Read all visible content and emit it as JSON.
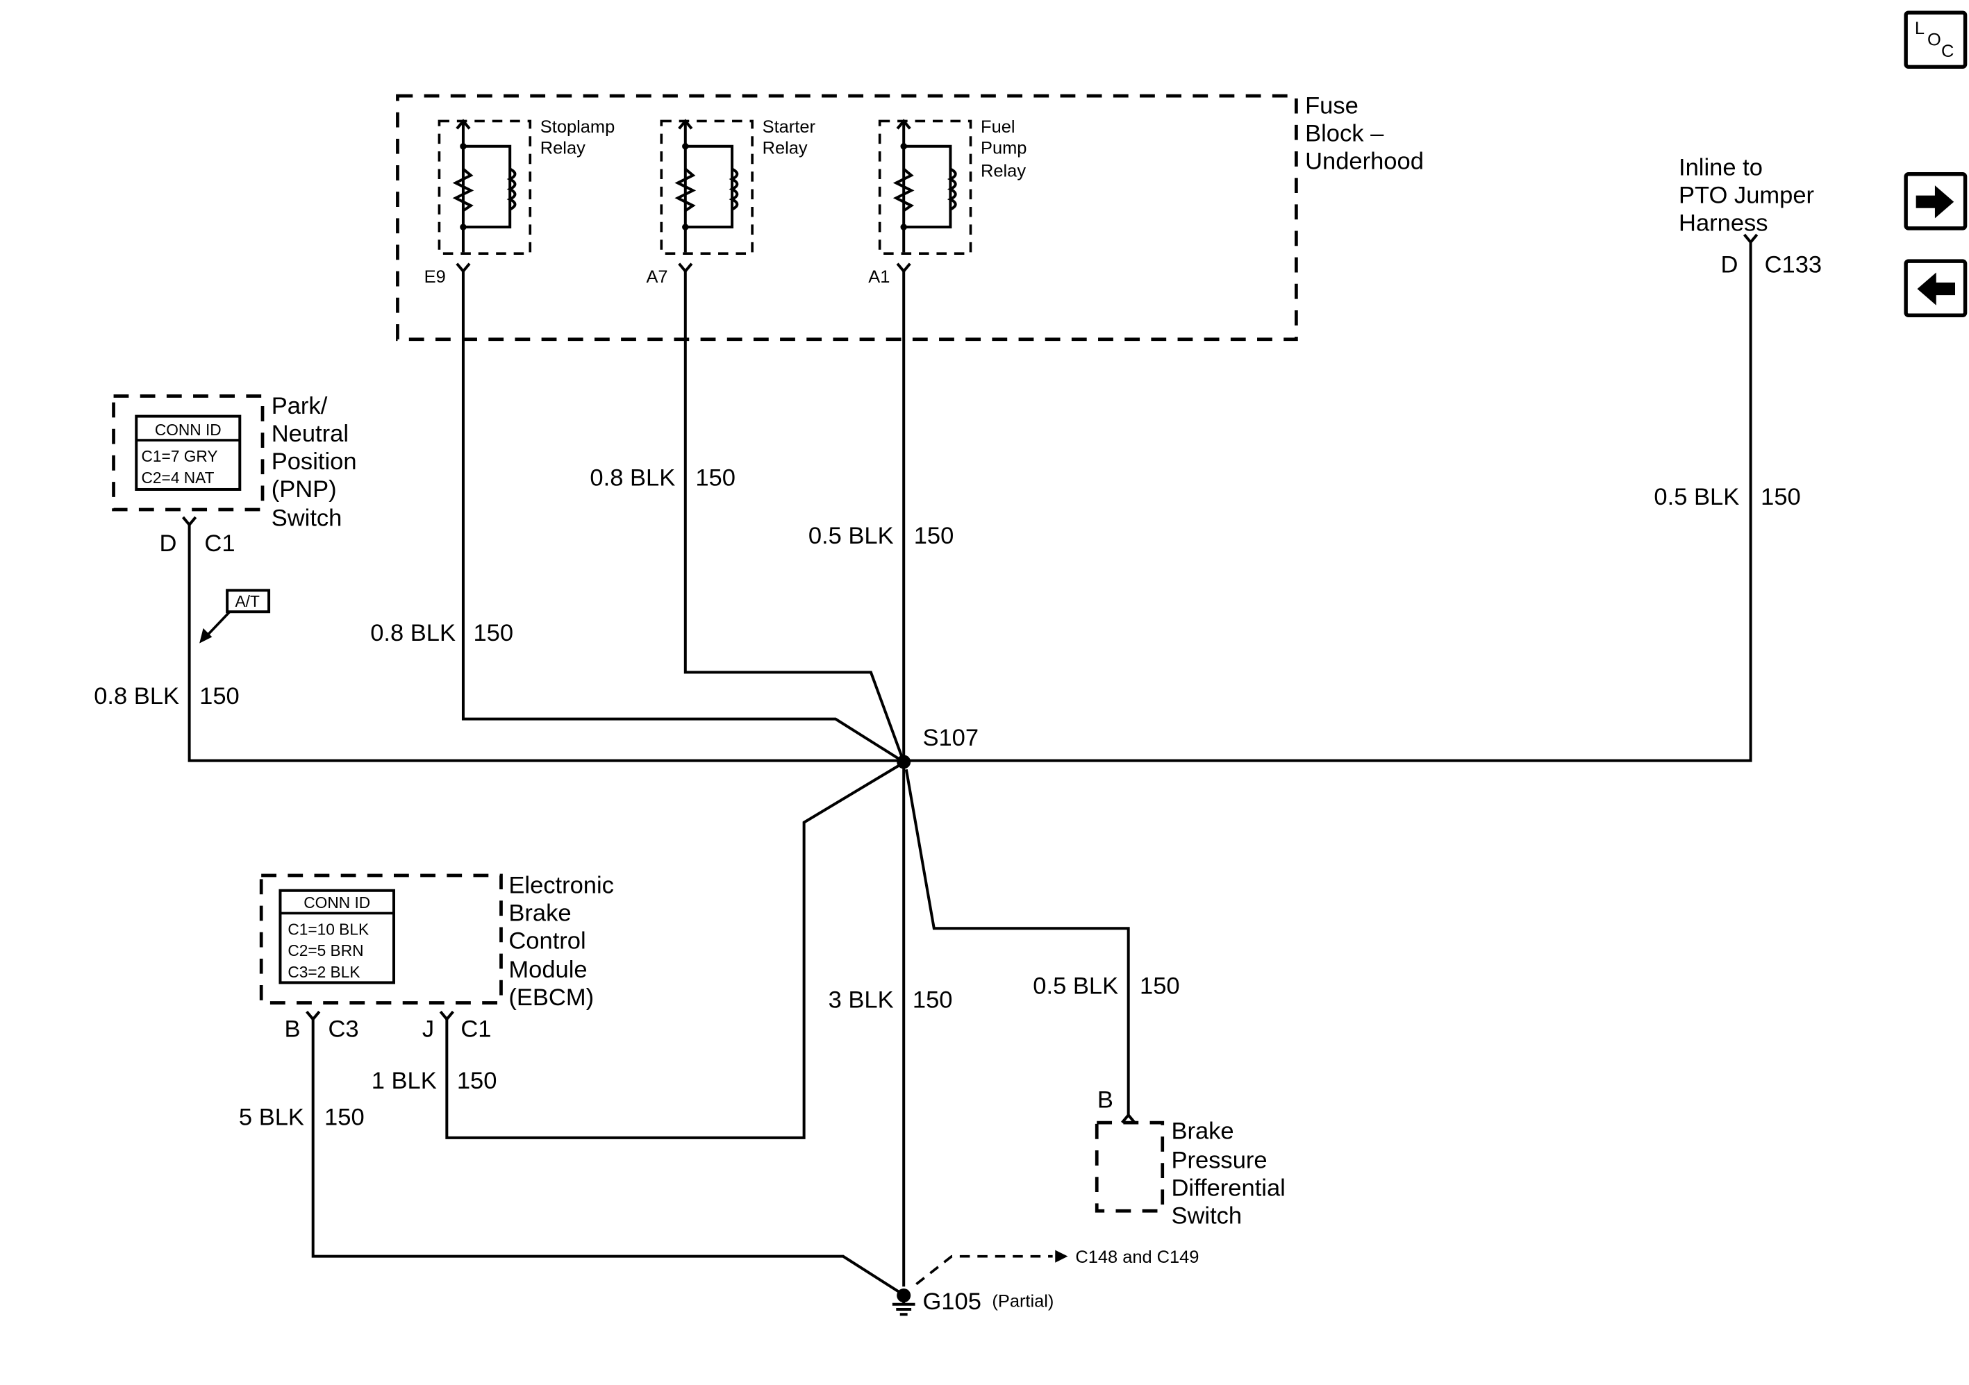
{
  "fuse_block": {
    "title": [
      "Fuse",
      "Block –",
      "Underhood"
    ],
    "relays": [
      {
        "name": [
          "Stoplamp",
          "Relay"
        ],
        "terminal": "E9"
      },
      {
        "name": [
          "Starter",
          "Relay"
        ],
        "terminal": "A7"
      },
      {
        "name": [
          "Fuel",
          "Pump",
          "Relay"
        ],
        "terminal": "A1"
      }
    ]
  },
  "pto": {
    "name": [
      "Inline to",
      "PTO Jumper",
      "Harness"
    ],
    "pin": "D",
    "connector": "C133"
  },
  "pnp": {
    "name": [
      "Park/",
      "Neutral",
      "Position",
      "(PNP)",
      "Switch"
    ],
    "conn_id": {
      "title": "CONN ID",
      "rows": [
        "C1=7 GRY",
        "C2=4 NAT"
      ]
    },
    "pin": "D",
    "connector": "C1",
    "option_tag": "A/T"
  },
  "ebcm": {
    "name": [
      "Electronic",
      "Brake",
      "Control",
      "Module",
      "(EBCM)"
    ],
    "conn_id": {
      "title": "CONN ID",
      "rows": [
        "C1=10 BLK",
        "C2=5 BRN",
        "C3=2 BLK"
      ]
    },
    "pins": [
      {
        "pin": "B",
        "connector": "C3"
      },
      {
        "pin": "J",
        "connector": "C1"
      }
    ]
  },
  "brake_switch": {
    "name": [
      "Brake",
      "Pressure",
      "Differential",
      "Switch"
    ],
    "pin": "B"
  },
  "wires": {
    "stoplamp": {
      "color": "0.8 BLK",
      "circuit": "150"
    },
    "starter": {
      "color": "0.8 BLK",
      "circuit": "150"
    },
    "fuel_pump": {
      "color": "0.5 BLK",
      "circuit": "150"
    },
    "pto": {
      "color": "0.5 BLK",
      "circuit": "150"
    },
    "pnp": {
      "color": "0.8 BLK",
      "circuit": "150"
    },
    "ebcm_c1": {
      "color": "1 BLK",
      "circuit": "150"
    },
    "ebcm_c3": {
      "color": "5 BLK",
      "circuit": "150"
    },
    "ground_main": {
      "color": "3 BLK",
      "circuit": "150"
    },
    "brake_switch": {
      "color": "0.5 BLK",
      "circuit": "150"
    }
  },
  "splice": "S107",
  "ground": {
    "id": "G105",
    "note": "(Partial)",
    "ref": "C148 and C149"
  },
  "nav": {
    "loc_icon": "location-icon",
    "next_icon": "arrow-right-icon",
    "prev_icon": "arrow-left-icon",
    "loc_letters": [
      "L",
      "O",
      "C"
    ]
  }
}
